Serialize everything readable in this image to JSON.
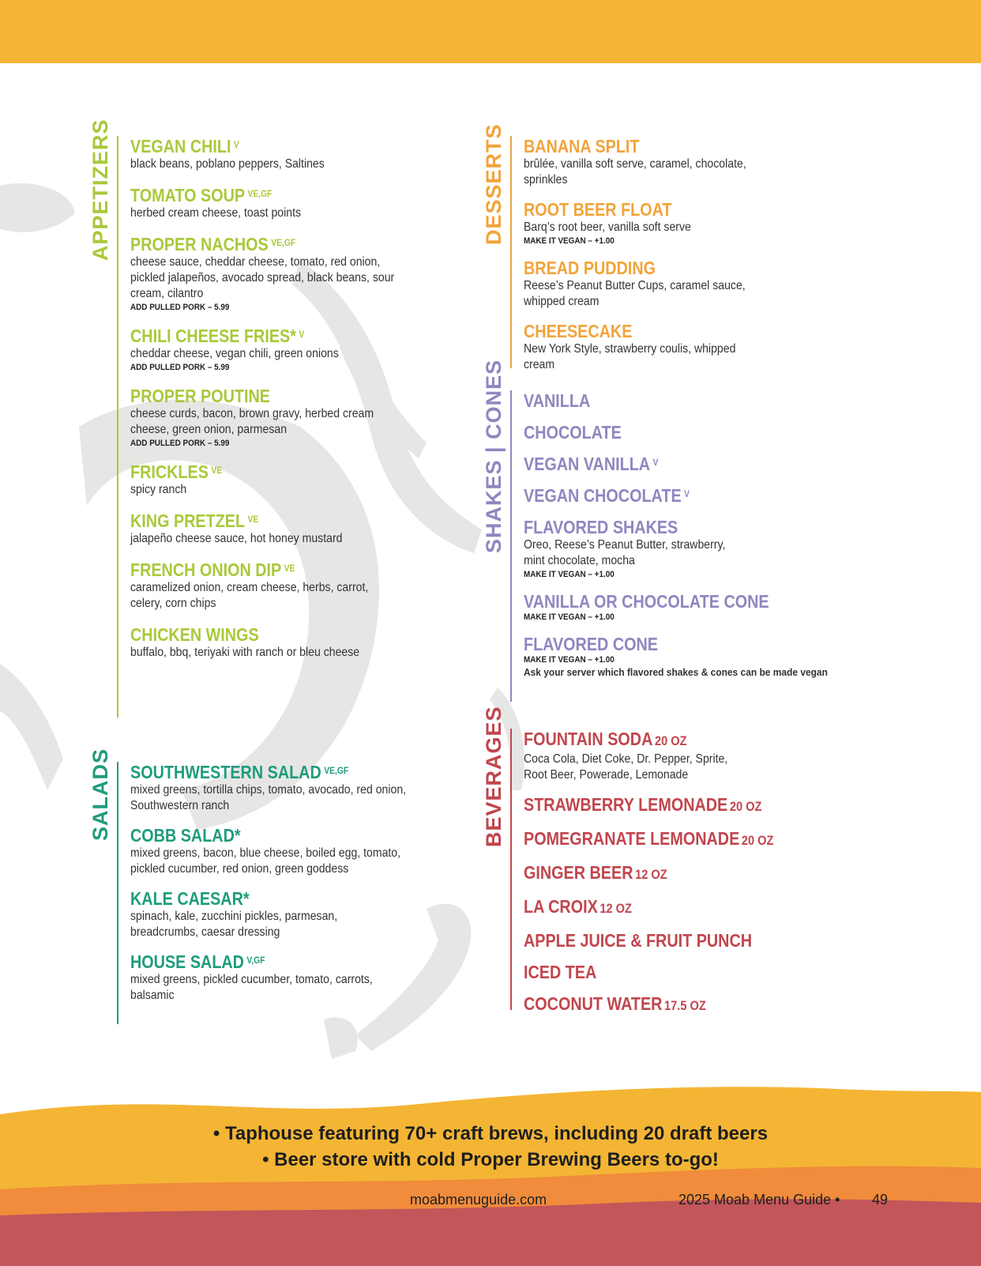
{
  "colors": {
    "top_bar": "#F4B535",
    "appetizers": "#A9C93B",
    "salads": "#1F9C7C",
    "desserts": "#F2A43A",
    "shakes": "#8E87C0",
    "beverages": "#C1464E"
  },
  "appetizers": {
    "label": "APPETIZERS",
    "items": [
      {
        "name": "VEGAN CHILI",
        "tag": "V",
        "desc": "black beans, poblano peppers, Saltines"
      },
      {
        "name": "TOMATO SOUP",
        "tag": "VE,GF",
        "desc": "herbed cream cheese, toast points"
      },
      {
        "name": "PROPER NACHOS",
        "tag": "VE,GF",
        "desc": "cheese sauce, cheddar cheese, tomato, red onion, pickled jalapeños, avocado spread, black beans, sour cream, cilantro",
        "add": "ADD PULLED PORK – 5.99"
      },
      {
        "name": "CHILI CHEESE FRIES*",
        "tag": "V",
        "desc": "cheddar cheese, vegan chili, green onions",
        "add": "ADD PULLED PORK – 5.99"
      },
      {
        "name": "PROPER POUTINE",
        "desc": "cheese curds, bacon, brown gravy, herbed cream cheese, green onion, parmesan",
        "add": "ADD PULLED PORK – 5.99"
      },
      {
        "name": "FRICKLES",
        "tag": "VE",
        "desc": "spicy ranch"
      },
      {
        "name": "KING PRETZEL",
        "tag": "VE",
        "desc": "jalapeño cheese sauce, hot honey mustard"
      },
      {
        "name": "FRENCH ONION DIP",
        "tag": "VE",
        "desc": "caramelized onion, cream cheese, herbs, carrot, celery, corn chips"
      },
      {
        "name": "CHICKEN WINGS",
        "desc": "buffalo, bbq, teriyaki with ranch or bleu cheese"
      }
    ]
  },
  "salads": {
    "label": "SALADS",
    "items": [
      {
        "name": "SOUTHWESTERN SALAD",
        "tag": "VE,GF",
        "desc": "mixed greens, tortilla chips, tomato, avocado, red onion, Southwestern ranch"
      },
      {
        "name": "COBB SALAD*",
        "desc": "mixed greens, bacon, blue cheese, boiled egg, tomato, pickled cucumber, red onion, green goddess"
      },
      {
        "name": "KALE CAESAR*",
        "desc": "spinach, kale, zucchini pickles, parmesan, breadcrumbs, caesar dressing"
      },
      {
        "name": "HOUSE SALAD",
        "tag": "V,GF",
        "desc": "mixed greens, pickled cucumber, tomato, carrots, balsamic"
      }
    ]
  },
  "desserts": {
    "label": "DESSERTS",
    "items": [
      {
        "name": "BANANA SPLIT",
        "desc": "brûlée, vanilla soft serve, caramel, chocolate, sprinkles"
      },
      {
        "name": "ROOT BEER FLOAT",
        "desc": "Barq’s root beer, vanilla soft serve",
        "add": "MAKE IT VEGAN – +1.00"
      },
      {
        "name": "BREAD PUDDING",
        "desc": "Reese’s Peanut Butter Cups, caramel sauce, whipped cream"
      },
      {
        "name": "CHEESECAKE",
        "desc": "New York Style, strawberry coulis, whipped cream"
      }
    ]
  },
  "shakes": {
    "label": "SHAKES | CONES",
    "items": [
      {
        "name": "VANILLA"
      },
      {
        "name": "CHOCOLATE"
      },
      {
        "name": "VEGAN VANILLA",
        "tag": "V"
      },
      {
        "name": "VEGAN CHOCOLATE",
        "tag": "V"
      },
      {
        "name": "FLAVORED SHAKES",
        "desc": "Oreo, Reese’s Peanut Butter, strawberry, mint chocolate, mocha",
        "add": "MAKE IT VEGAN – +1.00"
      },
      {
        "name": "VANILLA OR CHOCOLATE CONE",
        "add": "MAKE IT VEGAN – +1.00"
      },
      {
        "name": "FLAVORED CONE",
        "add": "MAKE IT VEGAN – +1.00"
      }
    ],
    "note": "Ask your server which flavored shakes & cones can be made vegan"
  },
  "beverages": {
    "label": "BEVERAGES",
    "items": [
      {
        "name": "FOUNTAIN SODA",
        "size": "20 OZ",
        "desc": "Coca Cola, Diet Coke, Dr. Pepper, Sprite, Root Beer, Powerade, Lemonade"
      },
      {
        "name": "STRAWBERRY LEMONADE",
        "size": "20 OZ"
      },
      {
        "name": "POMEGRANATE LEMONADE",
        "size": "20 OZ"
      },
      {
        "name": "GINGER BEER",
        "size": "12 OZ"
      },
      {
        "name": "LA CROIX",
        "size": "12 OZ"
      },
      {
        "name": "APPLE JUICE & FRUIT PUNCH"
      },
      {
        "name": "ICED TEA"
      },
      {
        "name": "COCONUT WATER",
        "size": "17.5 OZ"
      }
    ]
  },
  "footer": {
    "bullets": [
      "• Taphouse featuring 70+ craft brews, including 20 draft beers",
      "• Beer store with cold Proper Brewing Beers to-go!"
    ],
    "site": "moabmenuguide.com",
    "guide": "2025 Moab Menu Guide •",
    "page": "49"
  }
}
